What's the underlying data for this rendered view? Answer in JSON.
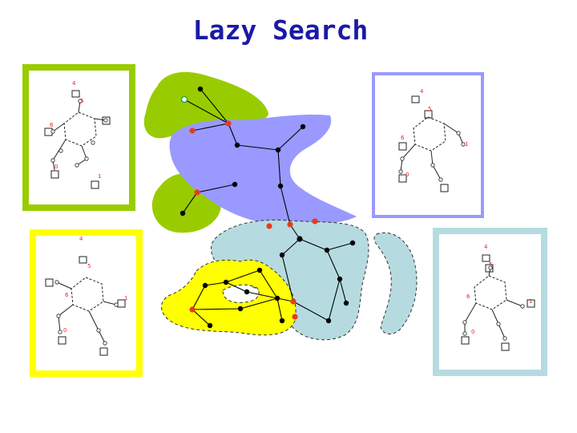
{
  "slide": {
    "title": "Lazy Search"
  },
  "colors": {
    "title": "#1a1aa6",
    "green_region": "#99cc00",
    "blue_region": "#9999ff",
    "cyan_region": "#b5dbe0",
    "yellow_region": "#ffff00",
    "green_frame": "#99cc00",
    "blue_frame": "#9999ff",
    "yellow_frame": "#ffff00",
    "cyan_frame": "#b5dbe0",
    "node": "#000000",
    "boundary_node": "#e63b1e",
    "start_node": "#1aa64d"
  },
  "panels": [
    {
      "id": "green",
      "frame_color": "green_frame",
      "labels": [
        "4",
        "5",
        "6",
        "0",
        "1"
      ]
    },
    {
      "id": "blue",
      "frame_color": "blue_frame",
      "labels": [
        "4",
        "5",
        "6",
        "0",
        "1"
      ]
    },
    {
      "id": "yellow",
      "frame_color": "yellow_frame",
      "labels": [
        "4",
        "5",
        "6",
        "0",
        "1"
      ]
    },
    {
      "id": "cyan",
      "frame_color": "cyan_frame",
      "labels": [
        "4",
        "5",
        "6",
        "0",
        "1"
      ]
    }
  ]
}
